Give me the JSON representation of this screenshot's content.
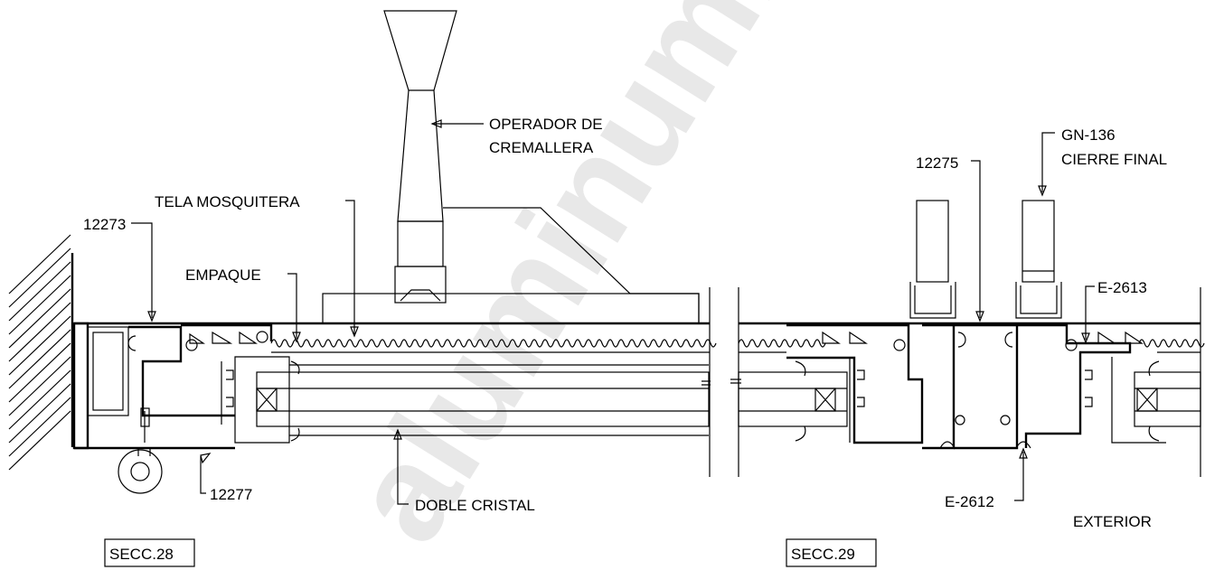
{
  "watermark": "aluminum.com.mx",
  "sections": [
    {
      "id": "secc-28",
      "tag": "SECC.28",
      "labels": {
        "operator_line1": "OPERADOR DE",
        "operator_line2": "CREMALLERA",
        "screen": "TELA MOSQUITERA",
        "frame_top": "12273",
        "gasket": "EMPAQUE",
        "frame_bottom": "12277",
        "glass": "DOBLE CRISTAL"
      }
    },
    {
      "id": "secc-29",
      "tag": "SECC.29",
      "labels": {
        "mullion": "12275",
        "closer_line1": "GN-136",
        "closer_line2": "CIERRE FINAL",
        "gasket_top": "E-2613",
        "gasket_bottom": "E-2612",
        "exterior": "EXTERIOR"
      }
    }
  ]
}
